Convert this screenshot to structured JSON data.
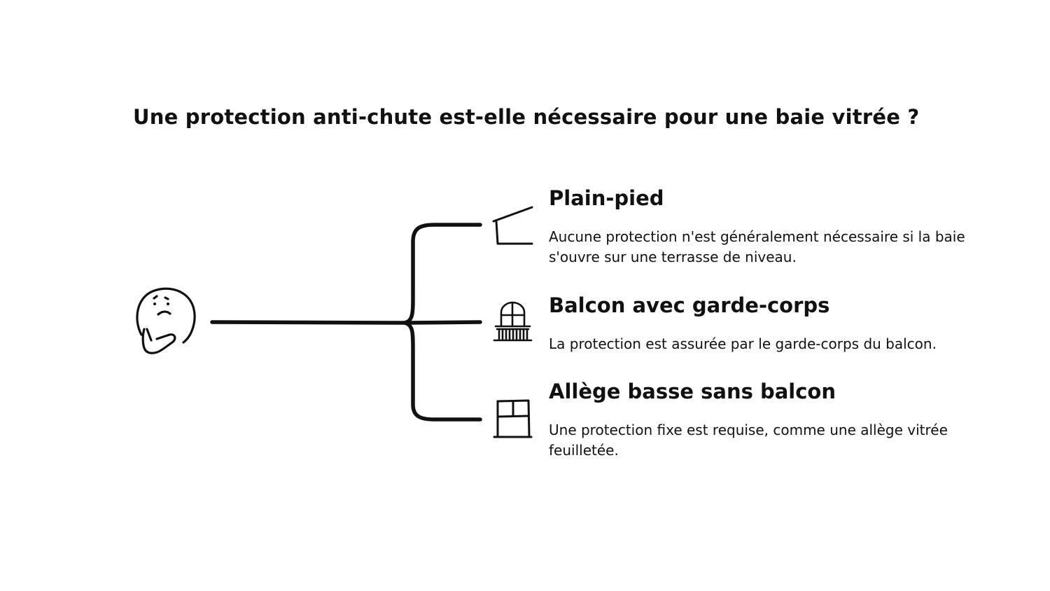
{
  "title": "Une protection anti-chute est-elle nécessaire pour une baie vitrée ?",
  "root": {
    "icon": "thinking-face-icon"
  },
  "branches": [
    {
      "heading": "Plain-pied",
      "description": "Aucune protection n'est généralement nécessaire si la baie s'ouvre sur une terrasse de niveau.",
      "icon": "ground-level-terrace-icon"
    },
    {
      "heading": "Balcon avec garde-corps",
      "description": "La protection est assurée par le garde-corps du balcon.",
      "icon": "balcony-railing-icon"
    },
    {
      "heading": "Allège basse sans balcon",
      "description": "Une protection fixe est requise, comme une allège vitrée feuilletée.",
      "icon": "window-icon"
    }
  ],
  "colors": {
    "ink": "#111111",
    "background": "#ffffff"
  }
}
